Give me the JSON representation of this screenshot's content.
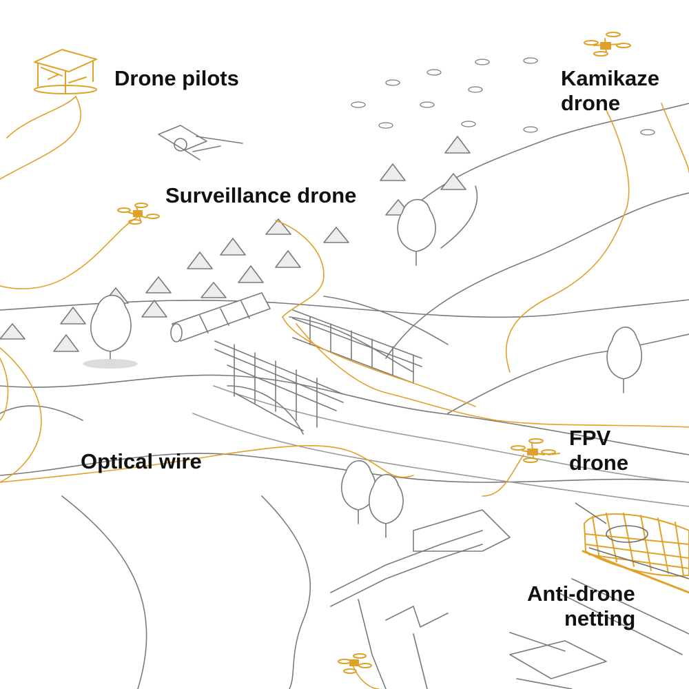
{
  "labels": {
    "drone_pilots": "Drone pilots",
    "kamikaze_drone": [
      "Kamikaze",
      "drone"
    ],
    "surveillance_drone": "Surveillance drone",
    "optical_wire": "Optical wire",
    "fpv_drone": [
      "FPV",
      "drone"
    ],
    "anti_drone_netting": [
      "Anti-drone",
      "netting"
    ]
  },
  "colors": {
    "highlight": "#e0a129",
    "sketch": "#6d6d6d",
    "shadow": "#d8d8d8",
    "text": "#111111",
    "background": "#ffffff"
  }
}
